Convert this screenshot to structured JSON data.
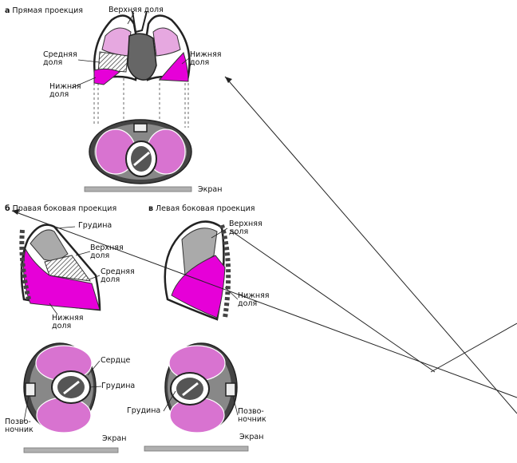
{
  "panel_a": {
    "letter": "а",
    "title": "Прямая проекция",
    "label_upper": "Верхняя доля",
    "label_middle": "Средняя\nдоля",
    "label_lower_left": "Нижняя\nдоля",
    "label_lower_right": "Нижняя\nдоля",
    "screen": "Экран"
  },
  "panel_b": {
    "letter": "б",
    "title": "Правая боковая проекция",
    "label_sternum": "Грудина",
    "label_upper": "Верхняя\nдоля",
    "label_middle": "Средняя\nдоля",
    "label_lower": "Нижняя\nдоля",
    "label_heart": "Сердце",
    "label_sternum2": "Грудина",
    "label_spine": "Позво-\nночник",
    "screen": "Экран"
  },
  "panel_c": {
    "letter": "в",
    "title": "Левая боковая проекция",
    "label_upper": "Верхняя\nдоля",
    "label_lower": "Нижняя\nдоля",
    "label_sternum": "Грудина",
    "label_spine": "Позво-\nночник",
    "screen": "Экран"
  },
  "colors": {
    "lobe_fill": "#e600d8",
    "lung_tissue": "#d873d0",
    "outline": "#222222",
    "screen": "#b0b0b0"
  }
}
